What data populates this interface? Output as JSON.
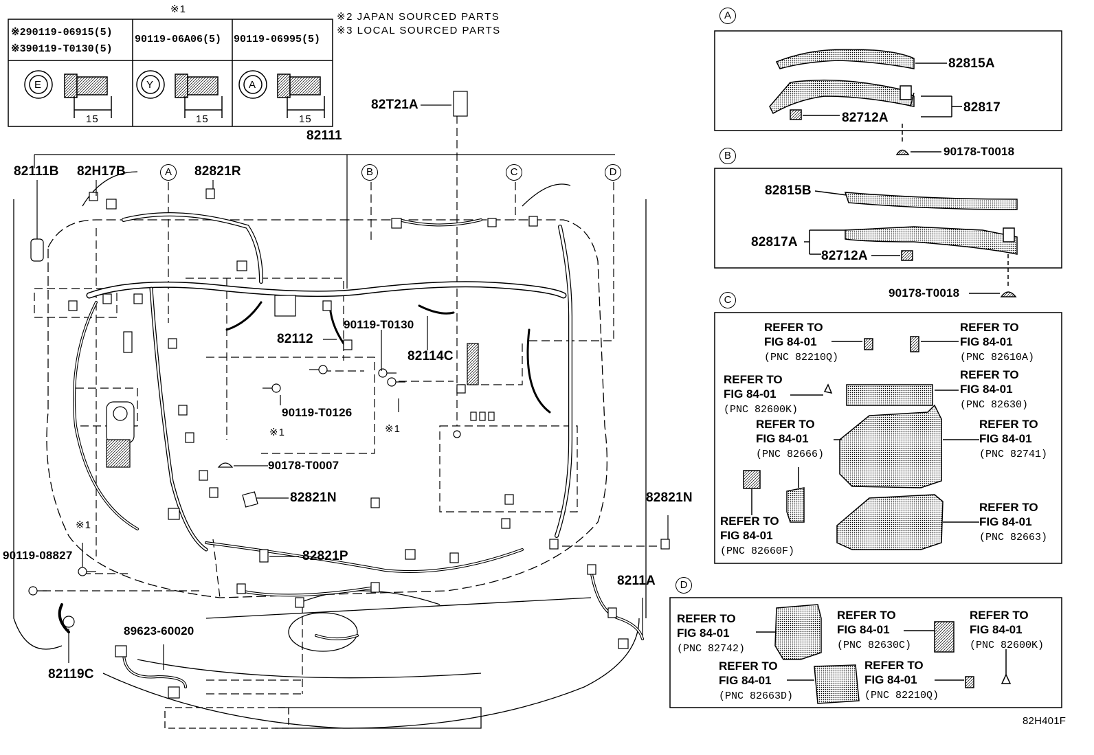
{
  "diagram_id": "82H401F",
  "notes": {
    "n1_mark": "※1",
    "n2": "※2  JAPAN SOURCED PARTS",
    "n3": "※3  LOCAL SOURCED PARTS"
  },
  "bolt_table": {
    "col1": {
      "line1": "※290119-06915(5)",
      "line2": "※390119-T0130(5)",
      "head": "E",
      "dim": "15"
    },
    "col2": {
      "line1": "90119-06A06(5)",
      "head": "Y",
      "dim": "15"
    },
    "col3": {
      "line1": "90119-06995(5)",
      "head": "A",
      "dim": "15"
    }
  },
  "main_labels": {
    "p82111": "82111",
    "p82T21A": "82T21A",
    "p82111B": "82111B",
    "p82H17B": "82H17B",
    "p82821R": "82821R",
    "p82112": "82112",
    "p90119_T0130": "90119-T0130",
    "p82114C": "82114C",
    "p90119_T0126": "90119-T0126",
    "mark1a": "※1",
    "mark1b": "※1",
    "mark1c": "※1",
    "p90178_T0007": "90178-T0007",
    "p82821N_a": "82821N",
    "p82821N_b": "82821N",
    "p82821P": "82821P",
    "p90119_08827": "90119-08827",
    "p8211A": "8211A",
    "p89623": "89623-60020",
    "p82119C": "82119C"
  },
  "callouts": {
    "A": "A",
    "B": "B",
    "C": "C",
    "D": "D"
  },
  "panel_a": {
    "p82815A": "82815A",
    "p82817": "82817",
    "p82712A": "82712A",
    "p90178": "90178-T0018"
  },
  "panel_b": {
    "p82815B": "82815B",
    "p82817A": "82817A",
    "p82712A": "82712A",
    "p90178": "90178-T0018"
  },
  "panel_c": [
    {
      "l1": "REFER TO",
      "l2": "FIG 84-01",
      "pnc": "(PNC 82210Q)"
    },
    {
      "l1": "REFER TO",
      "l2": "FIG 84-01",
      "pnc": "(PNC 82610A)"
    },
    {
      "l1": "REFER TO",
      "l2": "FIG 84-01",
      "pnc": "(PNC 82600K)"
    },
    {
      "l1": "REFER TO",
      "l2": "FIG 84-01",
      "pnc": "(PNC 82630)"
    },
    {
      "l1": "REFER TO",
      "l2": "FIG 84-01",
      "pnc": "(PNC 82666)"
    },
    {
      "l1": "REFER TO",
      "l2": "FIG 84-01",
      "pnc": "(PNC 82741)"
    },
    {
      "l1": "REFER TO",
      "l2": "FIG 84-01",
      "pnc": "(PNC 82660F)"
    },
    {
      "l1": "REFER TO",
      "l2": "FIG 84-01",
      "pnc": "(PNC 82663)"
    }
  ],
  "panel_d": [
    {
      "l1": "REFER TO",
      "l2": "FIG 84-01",
      "pnc": "(PNC 82742)"
    },
    {
      "l1": "REFER TO",
      "l2": "FIG 84-01",
      "pnc": "(PNC 82630C)"
    },
    {
      "l1": "REFER TO",
      "l2": "FIG 84-01",
      "pnc": "(PNC 82600K)"
    },
    {
      "l1": "REFER TO",
      "l2": "FIG 84-01",
      "pnc": "(PNC 82663D)"
    },
    {
      "l1": "REFER TO",
      "l2": "FIG 84-01",
      "pnc": "(PNC 82210Q)"
    }
  ]
}
